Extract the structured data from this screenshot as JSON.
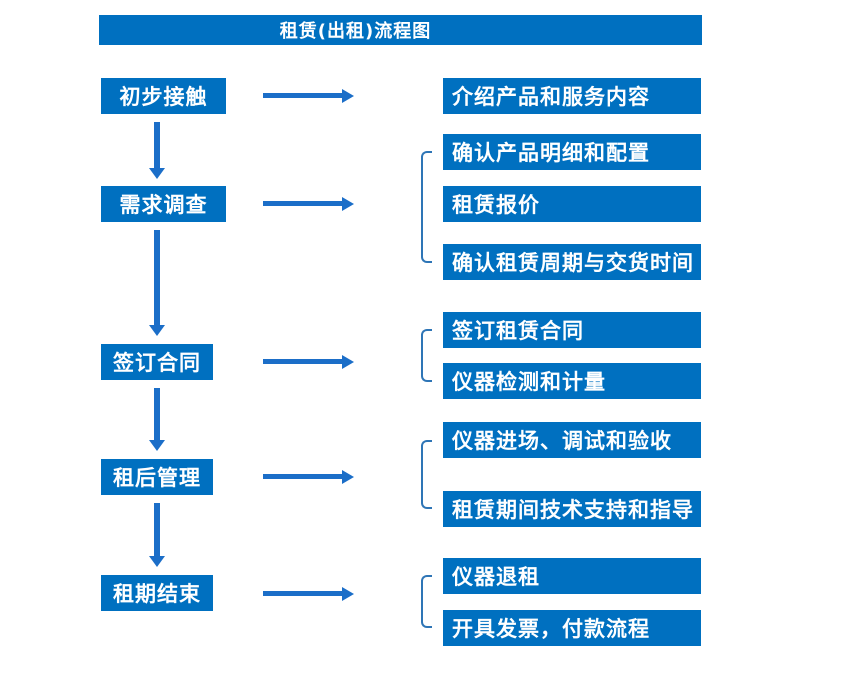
{
  "title": "租赁(出租)流程图",
  "colors": {
    "box_blue": "#0070C0",
    "arrow_blue": "#1B6EC8",
    "bracket_blue": "#2E75B6",
    "text_white": "#FFFFFF",
    "background": "#FFFFFF"
  },
  "steps": [
    {
      "label": "初步接触",
      "items": [
        "介绍产品和服务内容"
      ]
    },
    {
      "label": "需求调查",
      "items": [
        "确认产品明细和配置",
        "租赁报价",
        "确认租赁周期与交货时间"
      ]
    },
    {
      "label": "签订合同",
      "items": [
        "签订租赁合同",
        "仪器检测和计量"
      ]
    },
    {
      "label": "租后管理",
      "items": [
        "仪器进场、调试和验收",
        "租赁期间技术支持和指导"
      ]
    },
    {
      "label": "租期结束",
      "items": [
        "仪器退租",
        "开具发票，付款流程"
      ]
    }
  ]
}
